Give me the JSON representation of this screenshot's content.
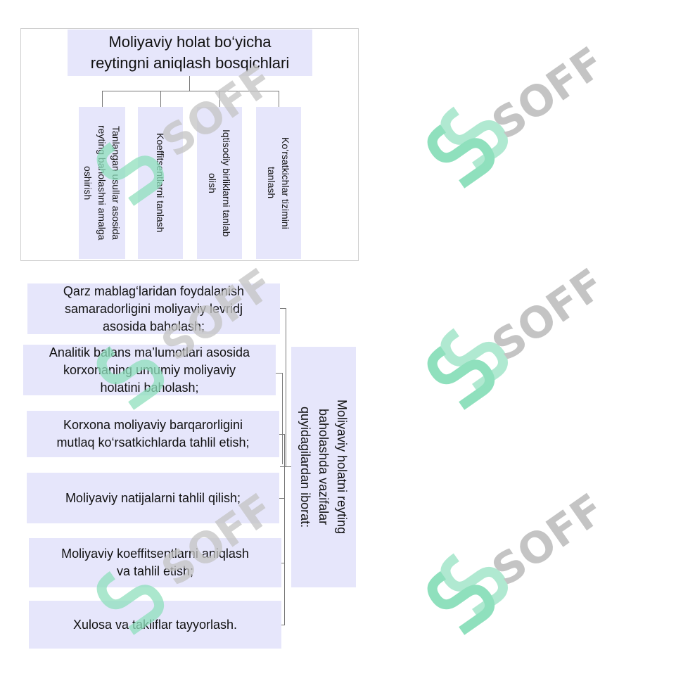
{
  "top_diagram": {
    "title": "Moliyaviy holat bo‘yicha\nreytingni aniqlash bosqichlari",
    "steps": [
      {
        "text": "Tanlangan usullar asosida\nreyting baholashni amalga\noshirish"
      },
      {
        "text": "Koeffitsentlarni tanlash"
      },
      {
        "text": "Iqtisodiy birliklarni tanlab\nolish"
      },
      {
        "text": "Ko‘rsatkichlar tizimini\ntanlash"
      }
    ]
  },
  "bottom_diagram": {
    "tasks": [
      {
        "text": "Qarz mablag‘laridan foydalanish\nsamaradorligini moliyaviy levridj\nasosida baholash;"
      },
      {
        "text": "Analitik balans ma’lumotlari asosida\nkorxonaning umumiy moliyaviy\nholatini baholash;"
      },
      {
        "text": "Korxona moliyaviy barqarorligini\nmutlaq ko‘rsatkichlarda tahlil etish;"
      },
      {
        "text": "Moliyaviy natijalarni tahlil qilish;"
      },
      {
        "text": "Moliyaviy koeffitsentlarni aniqlash\nva tahlil etish;"
      },
      {
        "text": "Xulosa va takliflar tayyorlash."
      }
    ],
    "summary": "Moliyaviy holatni reyting\nbaholashda vazifalar\nquyidagilardan iborat:"
  },
  "watermark": {
    "text": "SOFF",
    "logo_color": "#8fe0bd",
    "text_color": "#c4c4c4"
  }
}
